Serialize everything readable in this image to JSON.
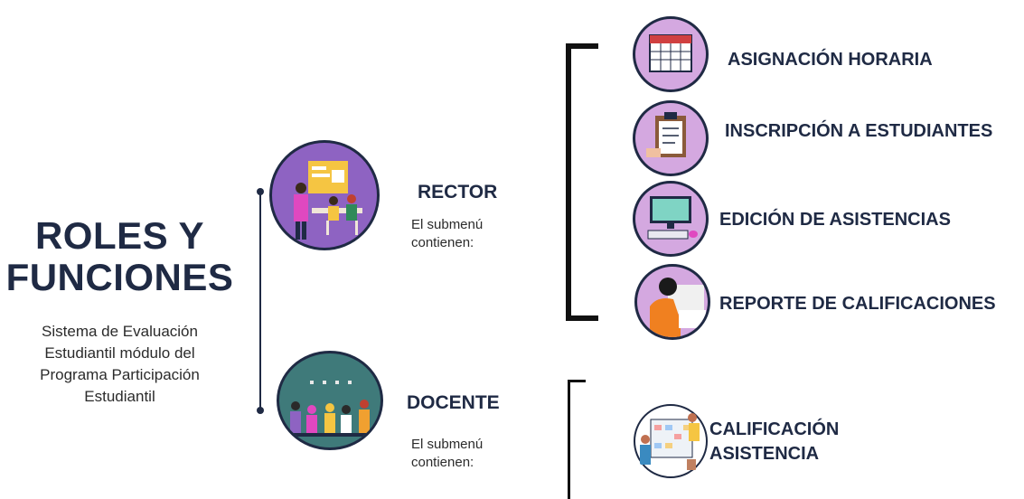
{
  "title": {
    "line1": "ROLES Y",
    "line2": "FUNCIONES"
  },
  "subtitle": {
    "line1": "Sistema de Evaluación",
    "line2": "Estudiantil módulo del",
    "line3": "Programa Participación",
    "line4": "Estudiantil"
  },
  "roles": [
    {
      "name": "RECTOR",
      "sub_line1": "El submenú",
      "sub_line2": "contienen:",
      "icon": "meeting-illustration-icon",
      "color": "#8e63c2",
      "functions": [
        {
          "label": "ASIGNACIÓN HORARIA",
          "icon": "calendar-icon"
        },
        {
          "label": "INSCRIPCIÓN A ESTUDIANTES",
          "icon": "clipboard-icon"
        },
        {
          "label": "EDICIÓN DE ASISTENCIAS",
          "icon": "computer-icon"
        },
        {
          "label": "REPORTE DE CALIFICACIONES",
          "icon": "person-at-laptop-icon"
        }
      ]
    },
    {
      "name": "DOCENTE",
      "sub_line1": "El submenú",
      "sub_line2": "contienen:",
      "icon": "group-meeting-icon",
      "color": "#3f7a7a",
      "functions": [
        {
          "label_line1": "CALIFICACIÓN",
          "label_line2": "ASISTENCIA",
          "icon": "schedule-board-icon"
        }
      ]
    }
  ],
  "colors": {
    "dark_navy": "#1f2a44",
    "function_bg": "#d4a8e0",
    "rector_bg": "#8e63c2",
    "docente_bg": "#3f7a7a"
  }
}
